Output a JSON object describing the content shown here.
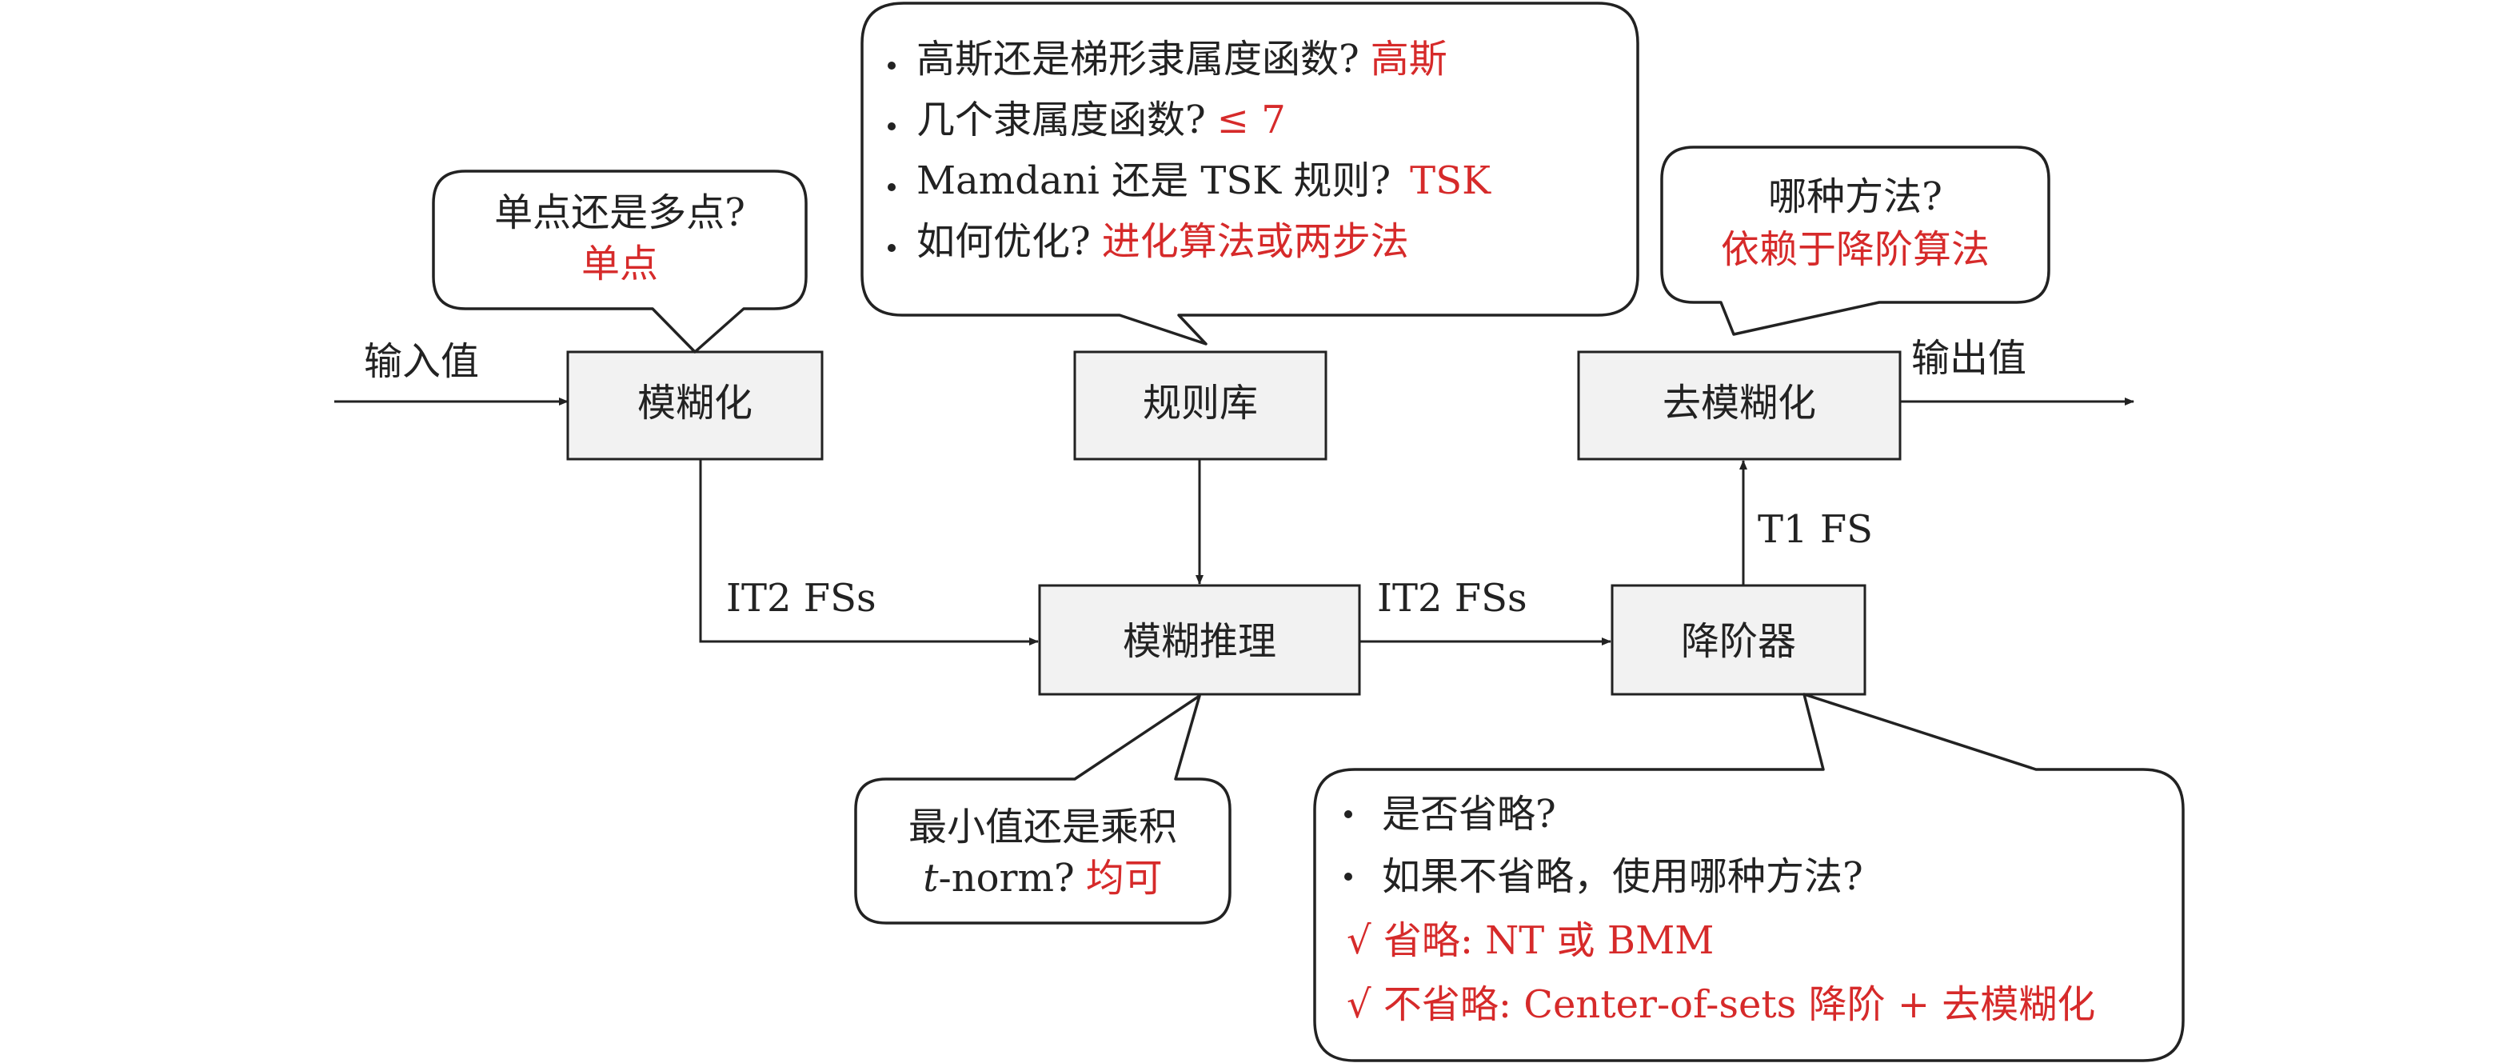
{
  "input_label": "输入值",
  "output_label": "输出值",
  "boxes": {
    "fuzzifier": "模糊化",
    "rule_base": "规则库",
    "inference": "模糊推理",
    "type_reducer": "降阶器",
    "defuzzifier": "去模糊化"
  },
  "edges": {
    "fuzzifier_to_inference": "IT2 FSs",
    "inference_to_reducer": "IT2 FSs",
    "reducer_to_defuzzifier": "T1 FS"
  },
  "callouts": {
    "fuzzifier": {
      "question": "单点还是多点?",
      "answer": "单点"
    },
    "rule_base": {
      "items": [
        {
          "question": "高斯还是梯形隶属度函数?",
          "answer": "高斯"
        },
        {
          "question": "几个隶属度函数?",
          "answer": "≤ 7"
        },
        {
          "question": "Mamdani 还是 TSK 规则?",
          "answer": "TSK"
        },
        {
          "question": "如何优化?",
          "answer": "进化算法或两步法"
        }
      ]
    },
    "defuzzifier": {
      "question": "哪种方法?",
      "answer": "依赖于降阶算法"
    },
    "inference": {
      "line1": "最小值还是乘积",
      "line2_italic": "t",
      "line2_rest": "-norm?",
      "answer": "均可"
    },
    "type_reducer": {
      "items": [
        "是否省略?",
        "如果不省略，使用哪种方法?"
      ],
      "answers": [
        "√ 省略: NT 或 BMM",
        "√ 不省略: Center-of-sets 降阶 + 去模糊化"
      ]
    }
  }
}
